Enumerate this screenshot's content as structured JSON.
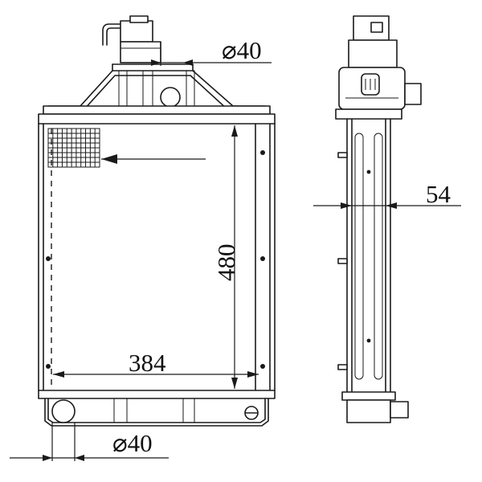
{
  "dimensions": {
    "cap_diameter": "⌀40",
    "core_height": "480",
    "core_width": "384",
    "outlet_diameter": "⌀40",
    "core_depth": "54"
  }
}
